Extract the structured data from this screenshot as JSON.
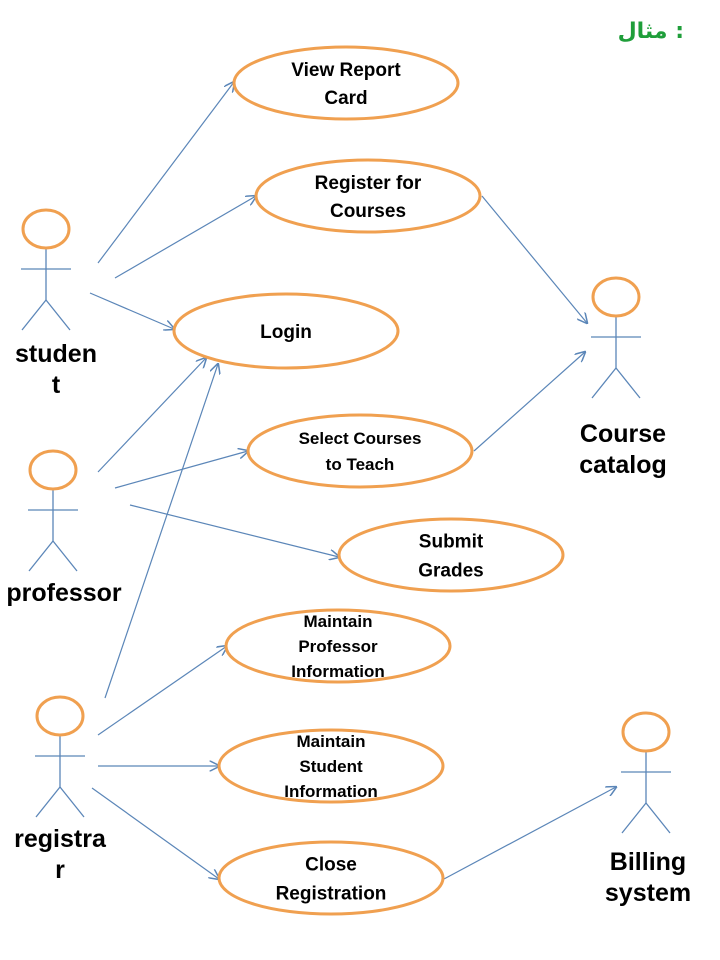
{
  "title": "مثال :",
  "colors": {
    "ellipse_stroke": "#f0a050",
    "line": "#5b86b8",
    "title": "#1f9e3a",
    "text": "#000000"
  },
  "actors": [
    {
      "id": "student",
      "name_lines": [
        "studen",
        "t"
      ]
    },
    {
      "id": "professor",
      "name_lines": [
        "professor"
      ]
    },
    {
      "id": "registrar",
      "name_lines": [
        "registra",
        "r"
      ]
    },
    {
      "id": "course-catalog",
      "name_lines": [
        "Course",
        "catalog"
      ]
    },
    {
      "id": "billing-system",
      "name_lines": [
        "Billing",
        "system"
      ]
    }
  ],
  "use_cases": [
    {
      "id": "view-report-card",
      "lines": [
        "View Report",
        "Card"
      ]
    },
    {
      "id": "register-for-courses",
      "lines": [
        "Register for",
        "Courses"
      ]
    },
    {
      "id": "login",
      "lines": [
        "Login"
      ]
    },
    {
      "id": "select-courses-to-teach",
      "lines": [
        "Select Courses",
        "to Teach"
      ]
    },
    {
      "id": "submit-grades",
      "lines": [
        "Submit",
        "Grades"
      ]
    },
    {
      "id": "maintain-professor-information",
      "lines": [
        "Maintain",
        "Professor",
        "Information"
      ]
    },
    {
      "id": "maintain-student-information",
      "lines": [
        "Maintain",
        "Student",
        "Information"
      ]
    },
    {
      "id": "close-registration",
      "lines": [
        "Close",
        "Registration"
      ]
    }
  ],
  "associations": [
    {
      "from": "student",
      "to": "view-report-card"
    },
    {
      "from": "student",
      "to": "register-for-courses"
    },
    {
      "from": "student",
      "to": "login"
    },
    {
      "from": "professor",
      "to": "login"
    },
    {
      "from": "professor",
      "to": "select-courses-to-teach"
    },
    {
      "from": "professor",
      "to": "submit-grades"
    },
    {
      "from": "registrar",
      "to": "login"
    },
    {
      "from": "registrar",
      "to": "maintain-professor-information"
    },
    {
      "from": "registrar",
      "to": "maintain-student-information"
    },
    {
      "from": "registrar",
      "to": "close-registration"
    },
    {
      "from": "register-for-courses",
      "to": "course-catalog"
    },
    {
      "from": "select-courses-to-teach",
      "to": "course-catalog"
    },
    {
      "from": "close-registration",
      "to": "billing-system"
    }
  ]
}
